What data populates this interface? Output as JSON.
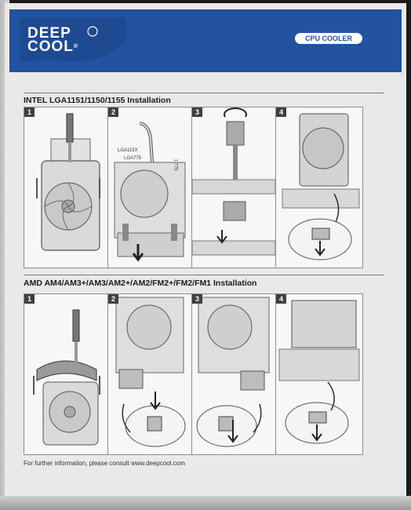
{
  "brand": {
    "line1": "DEEP",
    "line2": "COOL",
    "reg": "®"
  },
  "product_type": "CPU COOLER",
  "sections": [
    {
      "title": "INTEL LGA1151/1150/1155 Installation",
      "steps": [
        "1",
        "2",
        "3",
        "4"
      ]
    },
    {
      "title": "AMD AM4/AM3+/AM3/AM2+/AM2/FM2+/FM2/FM1 Installation",
      "steps": [
        "1",
        "2",
        "3",
        "4"
      ]
    }
  ],
  "intel_step2_labels": {
    "lga115x": "LGA115X",
    "lga775": "LGA775",
    "marker": "1 775"
  },
  "footer_text": "For further information, please consult www.deepcool.com",
  "colors": {
    "brand_blue": "#2252a0",
    "card_background": "#e9e9e9",
    "step_badge": "#3f3f3f"
  }
}
